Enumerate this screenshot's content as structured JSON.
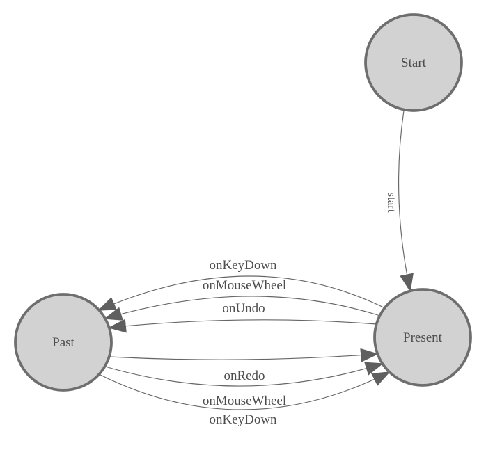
{
  "diagram": {
    "type": "state-machine",
    "colors": {
      "background": "#ffffff",
      "node_fill": "#d2d2d2",
      "node_border": "#6e6e6e",
      "edge_line": "#666666",
      "arrowhead": "#5f5f5f",
      "label_text": "#4d4d4d"
    },
    "nodes": [
      {
        "id": "start",
        "label": "Start"
      },
      {
        "id": "present",
        "label": "Present"
      },
      {
        "id": "past",
        "label": "Past"
      }
    ],
    "edges": [
      {
        "label": "start",
        "from": "Start",
        "to": "Present"
      },
      {
        "label": "onKeyDown",
        "from": "Present",
        "to": "Past"
      },
      {
        "label": "onMouseWheel",
        "from": "Present",
        "to": "Past"
      },
      {
        "label": "onUndo",
        "from": "Present",
        "to": "Past"
      },
      {
        "label": "onRedo",
        "from": "Past",
        "to": "Present"
      },
      {
        "label": "onMouseWheel",
        "from": "Past",
        "to": "Present"
      },
      {
        "label": "onKeyDown",
        "from": "Past",
        "to": "Present"
      }
    ]
  }
}
